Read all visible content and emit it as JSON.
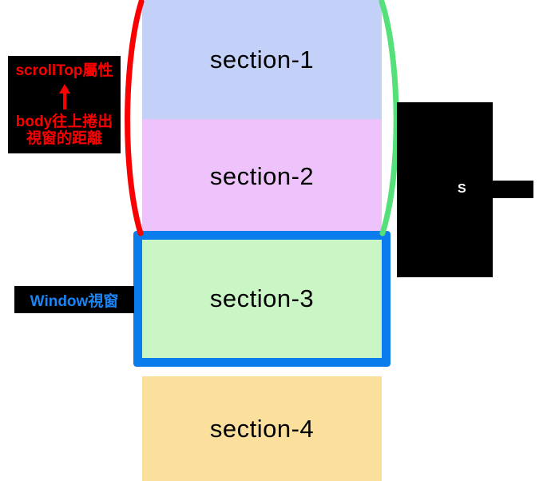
{
  "diagram": {
    "title": "scrollTop / Window viewport diagram",
    "sections": [
      {
        "label": "section-1",
        "color": "#c3d0f7"
      },
      {
        "label": "section-2",
        "color": "#eec2fa"
      },
      {
        "label": "section-3",
        "color": "#caf5c4"
      },
      {
        "label": "section-4",
        "color": "#fbdf9d"
      }
    ],
    "annotations": {
      "scrolltop": {
        "heading": "scrollTop屬性",
        "arrow": "up-arrow-icon",
        "description_line1": "body往上捲出",
        "description_line2": "視窗的距離",
        "text_color": "#fb0000",
        "background": "#000000"
      },
      "window": {
        "label": "Window視窗",
        "text_color": "#1a84f5",
        "background": "#000000"
      },
      "redacted": {
        "visible_text": "S",
        "text_color": "#ffffff",
        "background": "#000000"
      }
    },
    "braces": {
      "left": {
        "name": "left-brace",
        "color": "#fb0000"
      },
      "right": {
        "name": "right-brace",
        "color": "#55e07a"
      }
    },
    "viewport_frame": {
      "border_color": "#0a7ceb"
    }
  }
}
